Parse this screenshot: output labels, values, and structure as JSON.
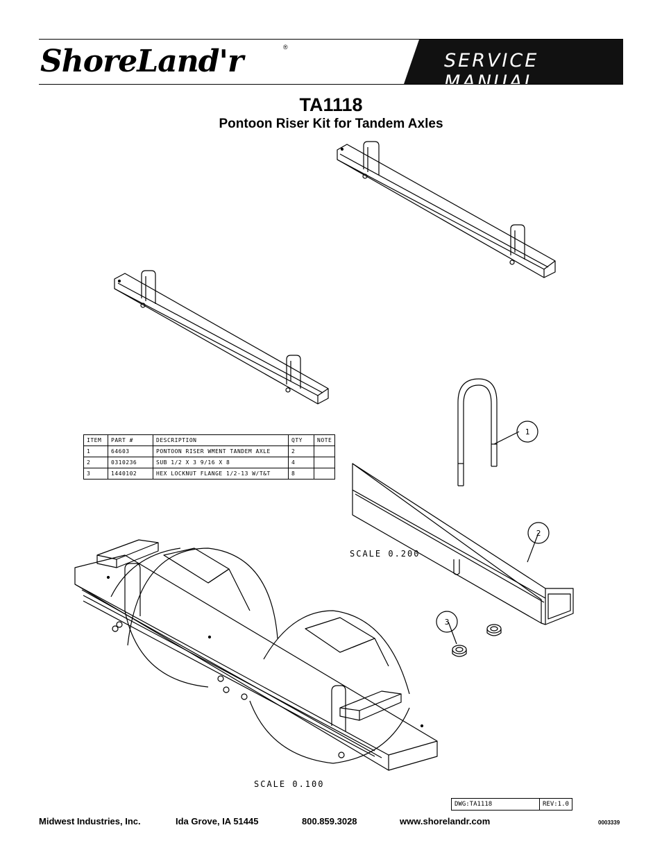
{
  "header": {
    "brand": "ShoreLand'r",
    "registered": "®",
    "banner": "SERVICE MANUAL"
  },
  "title": "TA1118",
  "subtitle": "Pontoon Riser Kit for Tandem Axles",
  "parts_table": {
    "headers": [
      "ITEM",
      "PART #",
      "DESCRIPTION",
      "QTY",
      "NOTE"
    ],
    "rows": [
      {
        "item": "1",
        "part": "64603",
        "description": "PONTOON RISER WMENT TANDEM AXLE",
        "qty": "2",
        "note": ""
      },
      {
        "item": "2",
        "part": "0310236",
        "description": "SUB 1/2 X 3 9/16 X 8",
        "qty": "4",
        "note": ""
      },
      {
        "item": "3",
        "part": "1440102",
        "description": "HEX LOCKNUT FLANGE 1/2-13 W/T&T",
        "qty": "8",
        "note": ""
      }
    ]
  },
  "balloons": [
    "2",
    "1",
    "3"
  ],
  "scale_top": "SCALE  0.200",
  "scale_bottom": "SCALE  0.100",
  "drawing_block": {
    "dwg": "DWG:TA1118",
    "rev": "REV:1.0"
  },
  "footer": {
    "company": "Midwest Industries, Inc.",
    "location": "Ida Grove, IA  51445",
    "phone": "800.859.3028",
    "website": "www.shorelandr.com",
    "code": "0003339"
  }
}
